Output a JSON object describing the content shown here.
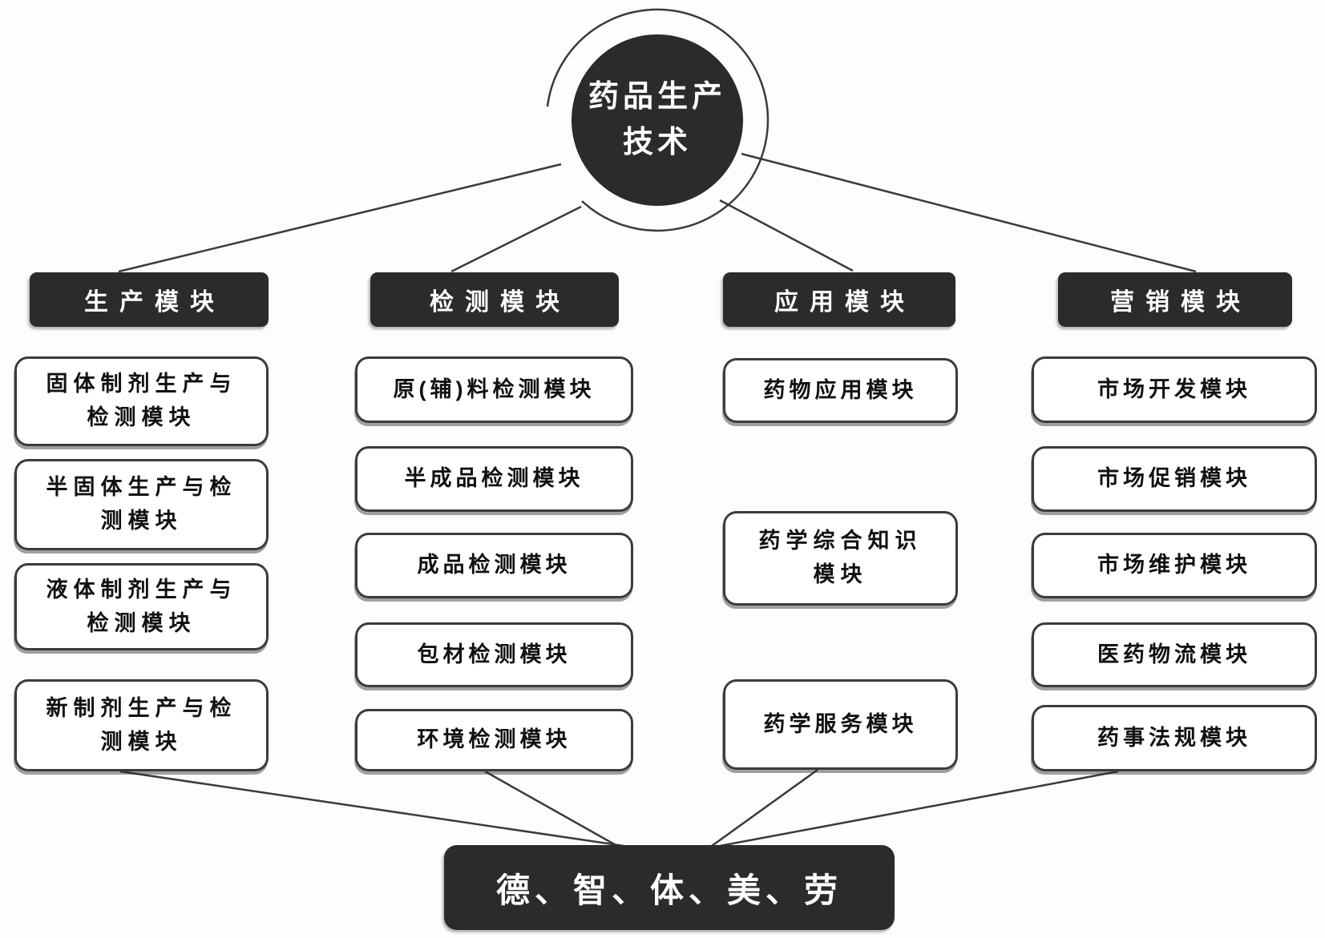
{
  "diagram_title": "药品生产技术",
  "root": {
    "label": "药品生产技术"
  },
  "columns": [
    {
      "header": "生产模块",
      "items": [
        "固体制剂生产与检测模块",
        "半固体生产与检测模块",
        "液体制剂生产与检测模块",
        "新制剂生产与检测模块"
      ]
    },
    {
      "header": "检测模块",
      "items": [
        "原(辅)料检测模块",
        "半成品检测模块",
        "成品检测模块",
        "包材检测模块",
        "环境检测模块"
      ]
    },
    {
      "header": "应用模块",
      "items": [
        "药物应用模块",
        "药学综合知识模块",
        "药学服务模块"
      ]
    },
    {
      "header": "营销模块",
      "items": [
        "市场开发模块",
        "市场促销模块",
        "市场维护模块",
        "医药物流模块",
        "药事法规模块"
      ]
    }
  ],
  "bottom": {
    "label": "德、智、体、美、劳"
  },
  "colors": {
    "node_fill": "#2b2b2b",
    "node_text": "#ffffff",
    "box_border": "#3b3b3b",
    "box_text": "#111111",
    "line": "#3a3a3a",
    "background": "#fdfdfd"
  }
}
